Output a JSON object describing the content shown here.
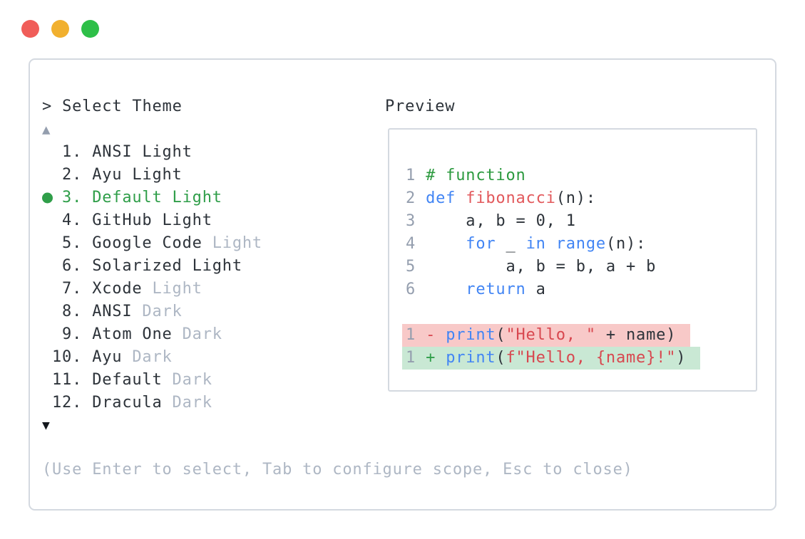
{
  "window_controls": {
    "close": "close",
    "minimize": "minimize",
    "maximize": "maximize"
  },
  "selector": {
    "prompt": "> Select Theme",
    "scroll_up": "▲",
    "scroll_down": "▼",
    "items": [
      {
        "number": "1",
        "name": "ANSI",
        "suffix": "Light",
        "suffix_muted": false,
        "selected": false
      },
      {
        "number": "2",
        "name": "Ayu",
        "suffix": "Light",
        "suffix_muted": false,
        "selected": false
      },
      {
        "number": "3",
        "name": "Default",
        "suffix": "Light",
        "suffix_muted": false,
        "selected": true
      },
      {
        "number": "4",
        "name": "GitHub",
        "suffix": "Light",
        "suffix_muted": false,
        "selected": false
      },
      {
        "number": "5",
        "name": "Google Code",
        "suffix": "Light",
        "suffix_muted": true,
        "selected": false
      },
      {
        "number": "6",
        "name": "Solarized",
        "suffix": "Light",
        "suffix_muted": false,
        "selected": false
      },
      {
        "number": "7",
        "name": "Xcode",
        "suffix": "Light",
        "suffix_muted": true,
        "selected": false
      },
      {
        "number": "8",
        "name": "ANSI",
        "suffix": "Dark",
        "suffix_muted": true,
        "selected": false
      },
      {
        "number": "9",
        "name": "Atom One",
        "suffix": "Dark",
        "suffix_muted": true,
        "selected": false
      },
      {
        "number": "10",
        "name": "Ayu",
        "suffix": "Dark",
        "suffix_muted": true,
        "selected": false
      },
      {
        "number": "11",
        "name": "Default",
        "suffix": "Dark",
        "suffix_muted": true,
        "selected": false
      },
      {
        "number": "12",
        "name": "Dracula",
        "suffix": "Dark",
        "suffix_muted": true,
        "selected": false
      }
    ],
    "help_text": "(Use Enter to select, Tab to configure scope, Esc to close)"
  },
  "preview": {
    "label": "Preview",
    "code_lines": [
      {
        "num": "1",
        "tokens": [
          [
            "c",
            "# function"
          ]
        ]
      },
      {
        "num": "2",
        "tokens": [
          [
            "k",
            "def"
          ],
          [
            "p",
            " "
          ],
          [
            "f",
            "fibonacci"
          ],
          [
            "p",
            "(n):"
          ]
        ]
      },
      {
        "num": "3",
        "tokens": [
          [
            "p",
            "    a, b = 0, 1"
          ]
        ]
      },
      {
        "num": "4",
        "tokens": [
          [
            "p",
            "    "
          ],
          [
            "k",
            "for"
          ],
          [
            "p",
            " _ "
          ],
          [
            "k",
            "in"
          ],
          [
            "p",
            " "
          ],
          [
            "k",
            "range"
          ],
          [
            "p",
            "(n):"
          ]
        ]
      },
      {
        "num": "5",
        "tokens": [
          [
            "p",
            "        a, b = b, a + b"
          ]
        ]
      },
      {
        "num": "6",
        "tokens": [
          [
            "p",
            "    "
          ],
          [
            "k",
            "return"
          ],
          [
            "p",
            " a"
          ]
        ]
      }
    ],
    "diff_lines": [
      {
        "num": "1",
        "sign": "-",
        "kind": "del",
        "tokens": [
          [
            "k",
            "print"
          ],
          [
            "p",
            "("
          ],
          [
            "s",
            "\"Hello, \""
          ],
          [
            "p",
            " + name)"
          ]
        ]
      },
      {
        "num": "1",
        "sign": "+",
        "kind": "add",
        "tokens": [
          [
            "k",
            "print"
          ],
          [
            "p",
            "("
          ],
          [
            "s",
            "f\"Hello, {name}!\""
          ],
          [
            "p",
            ")"
          ]
        ]
      }
    ]
  },
  "colors": {
    "dark_text": "#2d333a",
    "muted_text": "#aeb7c4",
    "gray_text": "#949eae",
    "selection_green": "#2f9e49",
    "comment_green": "#2c9a3f",
    "keyword_blue": "#4285f4",
    "function_red": "#e2595c",
    "string_red": "#d8474f",
    "panel_border": "#d4d9e0",
    "diff_del_bg": "#f8c9c8",
    "diff_add_bg": "#c9e8d4",
    "traffic_red": "#f05d59",
    "traffic_yellow": "#f1b02f",
    "traffic_green": "#2ebf48",
    "arrow_down": "#14181d"
  }
}
